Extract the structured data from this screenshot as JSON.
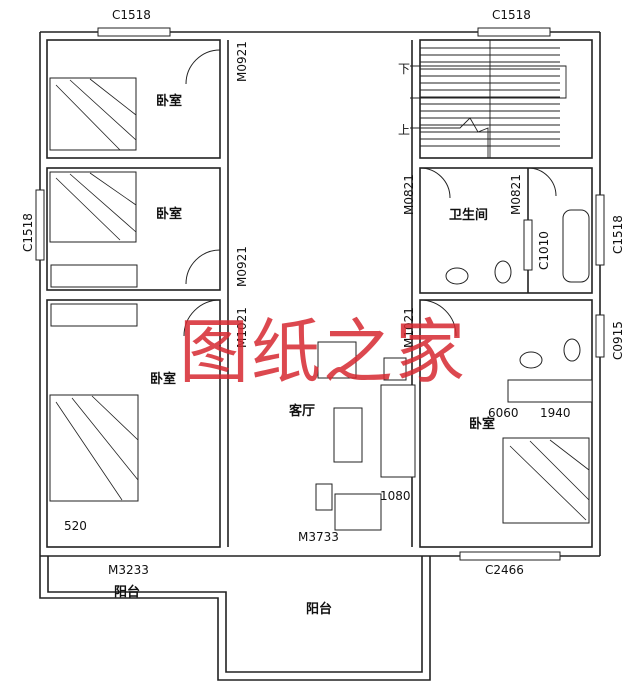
{
  "rooms": {
    "bedroom_top_left": "卧室",
    "bedroom_mid_left": "卧室",
    "bedroom_bottom_left": "卧室",
    "bedroom_right": "卧室",
    "living_room": "客厅",
    "bathroom": "卫生间",
    "balcony_left": "阳台",
    "balcony_main": "阳台"
  },
  "stairs": {
    "down": "下",
    "up": "上"
  },
  "windows": {
    "top_left": "C1518",
    "top_right": "C1518",
    "left": "C1518",
    "right": "C1518",
    "right_small": "C0915",
    "bathroom_inner": "C1010",
    "bottom_right": "C2466"
  },
  "doors": {
    "bedroom_top_left": "M0921",
    "bedroom_mid_left": "M0921",
    "bedroom_bottom_left": "M1021",
    "bedroom_right": "M1021",
    "bathroom_left": "M0821",
    "bathroom_right": "M0821",
    "balcony_left": "M3233",
    "balcony_main": "M3733"
  },
  "dimensions": {
    "left_520": "520",
    "right_6060": "6060",
    "right_1940": "1940",
    "mid_1080": "1080"
  },
  "watermark": "图纸之家"
}
